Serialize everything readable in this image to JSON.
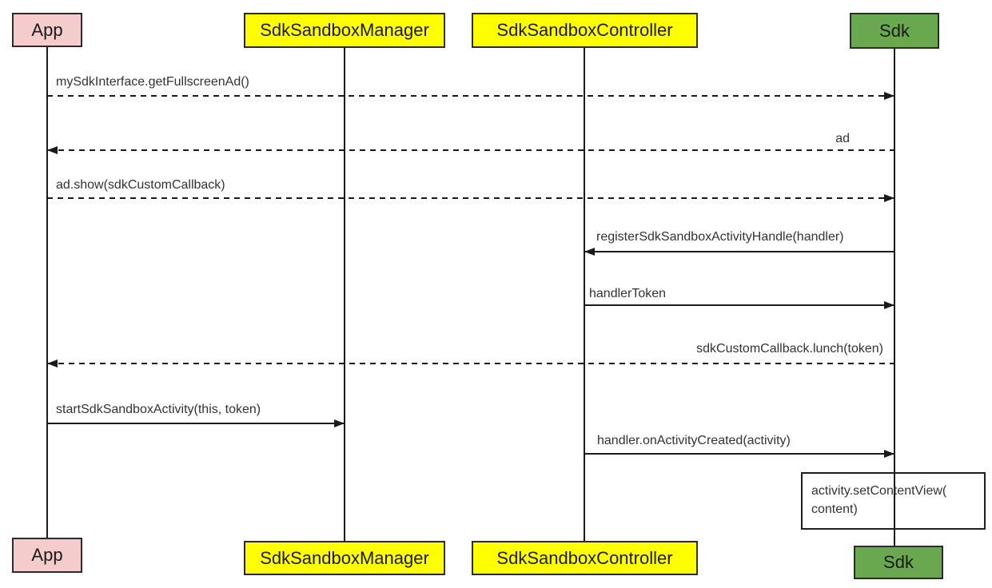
{
  "diagram": {
    "type": "uml-sequence-diagram",
    "background_color": "#ffffff",
    "line_color": "#1a1a1a",
    "text_color": "#333333",
    "actors": [
      {
        "id": "app",
        "label": "App",
        "color": "#f4cccc"
      },
      {
        "id": "sdk-sandbox-manager",
        "label": "SdkSandboxManager",
        "color": "#ffff00"
      },
      {
        "id": "sdk-sandbox-controller",
        "label": "SdkSandboxController",
        "color": "#ffff00"
      },
      {
        "id": "sdk",
        "label": "Sdk",
        "color": "#6aa84f"
      }
    ],
    "messages": [
      {
        "label": "mySdkInterface.getFullscreenAd()",
        "from": "App",
        "to": "Sdk",
        "line": "dashed",
        "direction": "right"
      },
      {
        "label": "ad",
        "from": "Sdk",
        "to": "App",
        "line": "dashed",
        "direction": "left"
      },
      {
        "label": "ad.show(sdkCustomCallback)",
        "from": "App",
        "to": "Sdk",
        "line": "dashed",
        "direction": "right"
      },
      {
        "label": "registerSdkSandboxActivityHandle(handler)",
        "from": "Sdk",
        "to": "SdkSandboxController",
        "line": "solid",
        "direction": "left"
      },
      {
        "label": "handlerToken",
        "from": "SdkSandboxController",
        "to": "Sdk",
        "line": "solid",
        "direction": "right"
      },
      {
        "label": "sdkCustomCallback.lunch(token)",
        "from": "Sdk",
        "to": "App",
        "line": "dashed",
        "direction": "left"
      },
      {
        "label": "startSdkSandboxActivity(this, token)",
        "from": "App",
        "to": "SdkSandboxManager",
        "line": "solid",
        "direction": "right"
      },
      {
        "label": "handler.onActivityCreated(activity)",
        "from": "SdkSandboxController",
        "to": "Sdk",
        "line": "solid",
        "direction": "right"
      }
    ],
    "note": {
      "attached_to": "Sdk",
      "lines": [
        "activity.setContentView(",
        "content)"
      ]
    }
  }
}
